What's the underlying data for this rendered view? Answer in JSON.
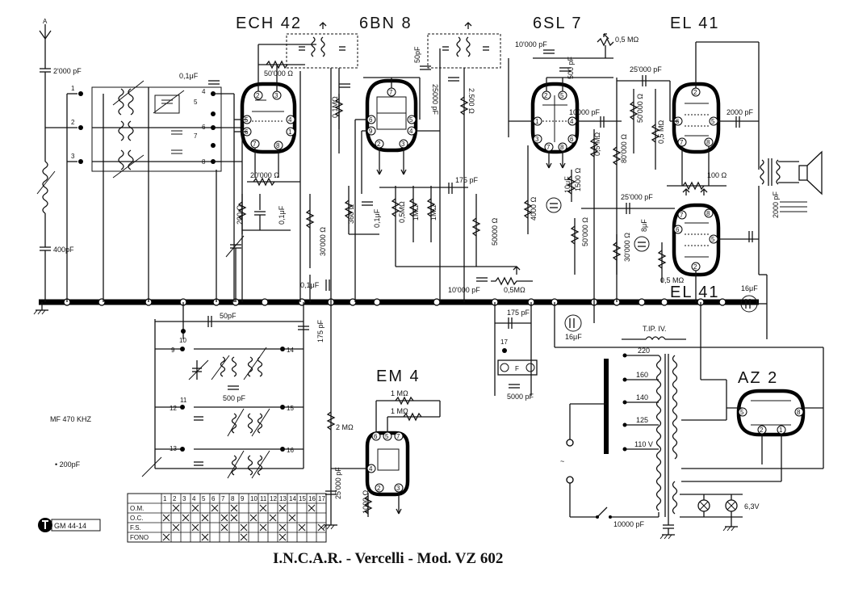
{
  "caption": "I.N.C.A.R. - Vercelli - Mod. VZ 602",
  "badge": "GM 44-14",
  "tubes": {
    "ech42": "ECH 42",
    "6bn8": "6BN 8",
    "6sl7": "6SL 7",
    "el41_top": "EL 41",
    "el41_bottom": "EL 41",
    "em4": "EM 4",
    "az2": "AZ 2"
  },
  "notes": {
    "mf": "MF 470 KHZ",
    "dot": "• 200pF",
    "tipiv": "T.IP. IV."
  },
  "values": {
    "c_ant": "2'000 pF",
    "c_400": "400pF",
    "c_01_top": "0,1μF",
    "r_50000": "50'000 Ω",
    "r_20000": "20'000 Ω",
    "r_200": "200 Ω",
    "c_01_mid": "0,1μF",
    "r_30000": "30'000 Ω",
    "c_01_bus": "0,1μF",
    "r_01m": "0,1MΩ",
    "c_50pf_top": "50pF",
    "c_25000pf": "25000 pF",
    "r_2500": "2.500 Ω",
    "r_360": "360 Ω",
    "c_01_6bn8": "0,1μF",
    "r_05m_a": "0,5MΩ",
    "r_1m_a": "1MΩ",
    "r_1m_b": "1MΩ",
    "c_175_top": "175 pF",
    "r_50000_b": "50000 Ω",
    "c_10000_bus": "10'000 pF",
    "r_05m_pot": "0,5MΩ",
    "c_10000_6sl7": "10'000 pF",
    "r_05m_vol": "0,5 MΩ",
    "c_500pf": "500 pF",
    "c_10000_b": "10000 pF",
    "r_4000": "4000 Ω",
    "c_10uf": "10μF",
    "r_1500": "1500 Ω",
    "r_50000_c": "50'000 Ω",
    "r_05m_b": "0,5 MΩ",
    "r_80000": "80'000 Ω",
    "c_25000_a": "25'000 pF",
    "r_50000_d": "50'000 Ω",
    "r_05m_c": "0,5 MΩ",
    "c_25000_b": "25'000 pF",
    "r_30000_b": "30'000 Ω",
    "c_8uf": "8μF",
    "r_05m_d": "0,5 MΩ",
    "c_2000_a": "2000 pF",
    "r_100": "100 Ω",
    "c_2000_b": "2000 pF",
    "c_16uf_a": "16μF",
    "c_50pf_if": "50pF",
    "c_175_if": "175 pF",
    "c_500_if": "500 pF",
    "c_175_b": "175 pF",
    "c_16uf_b": "16μF",
    "c_5000": "5000 pF",
    "r_1m_em": "1 MΩ",
    "r_1m_em2": "1 MΩ",
    "r_2m": "2 MΩ",
    "c_25000_em": "25'000 pF",
    "r_1000": "1000 Ω",
    "c_10000_pwr": "10000 pF",
    "v_220": "220",
    "v_160": "160",
    "v_140": "140",
    "v_125": "125",
    "v_110": "110 V",
    "v_63": "6,3V"
  },
  "terminals": [
    "1",
    "2",
    "3",
    "4",
    "5",
    "6",
    "7",
    "8",
    "9",
    "10",
    "11",
    "12",
    "13",
    "14",
    "15",
    "16",
    "17"
  ],
  "switch_table": {
    "columns": [
      "1",
      "2",
      "3",
      "4",
      "5",
      "6",
      "7",
      "8",
      "9",
      "10",
      "11",
      "12",
      "13",
      "14",
      "15",
      "16",
      "17"
    ],
    "rows": [
      {
        "label": "O.M.",
        "marks": [
          false,
          true,
          false,
          true,
          false,
          true,
          false,
          true,
          false,
          false,
          true,
          false,
          true,
          false,
          false,
          true,
          false
        ]
      },
      {
        "label": "O.C.",
        "marks": [
          true,
          false,
          true,
          false,
          true,
          false,
          true,
          true,
          false,
          true,
          false,
          true,
          false,
          true,
          false,
          false,
          false
        ]
      },
      {
        "label": "F.S.",
        "marks": [
          false,
          true,
          false,
          true,
          false,
          false,
          true,
          false,
          true,
          false,
          true,
          false,
          true,
          false,
          true,
          false,
          true
        ]
      },
      {
        "label": "FONO",
        "marks": [
          true,
          false,
          false,
          false,
          true,
          false,
          false,
          false,
          true,
          false,
          false,
          false,
          true,
          false,
          false,
          false,
          false
        ]
      }
    ]
  }
}
